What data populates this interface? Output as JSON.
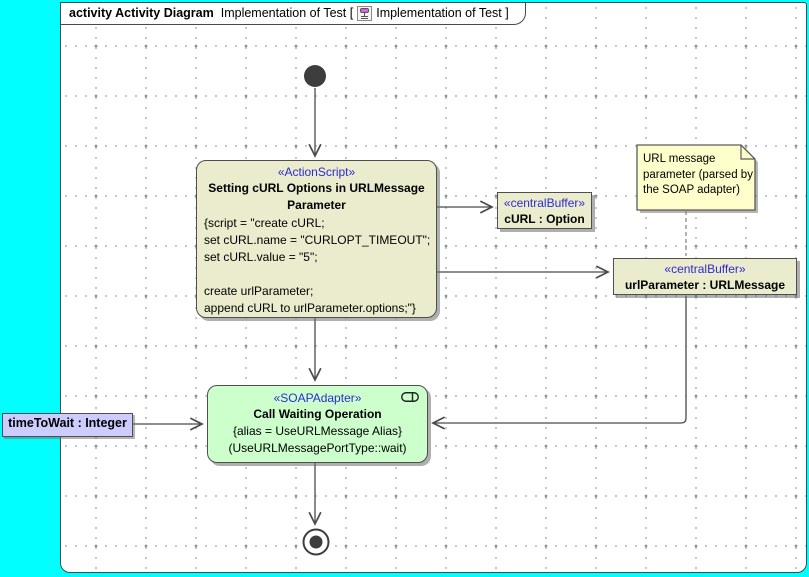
{
  "frame": {
    "title_kind": "activity Activity Diagram",
    "title_text": "Implementation of Test [",
    "title_ref": "Implementation of Test ]",
    "icon": "activity-diagram-icon"
  },
  "colors": {
    "canvas_background": "#00ffff",
    "frame_background": "#ffffff",
    "action_fill": "#ebebcd",
    "buffer_fill": "#ebebcd",
    "soap_fill": "#ccffcc",
    "note_fill": "#ffffcc",
    "pin_label_fill": "#ccccff",
    "stereotype_text": "#2b2bd4",
    "edge_stroke": "#4a4a4a"
  },
  "nodes": {
    "action_script": {
      "stereotype": "«ActionScript»",
      "name": "Setting cURL Options in URLMessage Parameter",
      "body_lines": [
        "{script = \"create cURL;",
        "set cURL.name = \"CURLOPT_TIMEOUT\";",
        "set cURL.value = \"5\";",
        "",
        "create urlParameter;",
        "append cURL to urlParameter.options;\"}"
      ]
    },
    "curl_buffer": {
      "stereotype": "«centralBuffer»",
      "name": "cURL : Option"
    },
    "url_parameter_buffer": {
      "stereotype": "«centralBuffer»",
      "name": "urlParameter : URLMessage"
    },
    "soap_adapter": {
      "stereotype": "«SOAPAdapter»",
      "name": "Call Waiting Operation",
      "line1": "{alias = UseURLMessage Alias}",
      "line2": "(UseURLMessagePortType::wait)",
      "icon": "structured-node-pill-icon"
    },
    "note": {
      "lines": [
        "URL message",
        "parameter (parsed by",
        "the SOAP adapter)"
      ]
    },
    "time_to_wait_pin": {
      "label": "timeToWait : Integer"
    },
    "initial_node": "initial-node",
    "final_node": "activity-final-node"
  }
}
